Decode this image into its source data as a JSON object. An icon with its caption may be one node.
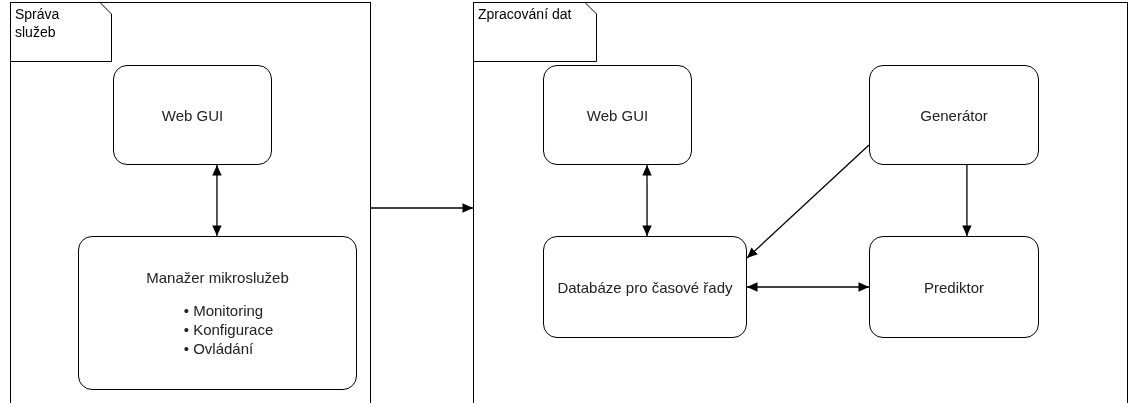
{
  "diagram": {
    "nodes": [
      {
        "text": [
          "Správa služeb"
        ]
      },
      {
        "text": [
          "Web GUI"
        ],
        "in": 0
      },
      {
        "text": [
          "Manažer mikroslužeb",
          "• Monitoring",
          "• Konfigurace",
          "• Ovládání"
        ],
        "in": 0
      },
      {
        "text": [
          "Zpracování dat"
        ]
      },
      {
        "text": [
          "Web GUI"
        ],
        "in": 3
      },
      {
        "text": [
          "Generátor"
        ],
        "in": 3
      },
      {
        "text": [
          "Databáze pro časové řady"
        ],
        "in": 3
      },
      {
        "text": [
          "Prediktor"
        ],
        "in": 3
      }
    ],
    "edges": [
      {
        "from": 0,
        "to": 3,
        "arrow": "to"
      },
      {
        "from": 1,
        "to": 2,
        "arrow": "both"
      },
      {
        "from": 4,
        "to": 6,
        "arrow": "both"
      },
      {
        "from": 5,
        "to": 6,
        "arrow": "to"
      },
      {
        "from": 5,
        "to": 7,
        "arrow": "to"
      },
      {
        "from": 6,
        "to": 7,
        "arrow": "both"
      }
    ]
  }
}
